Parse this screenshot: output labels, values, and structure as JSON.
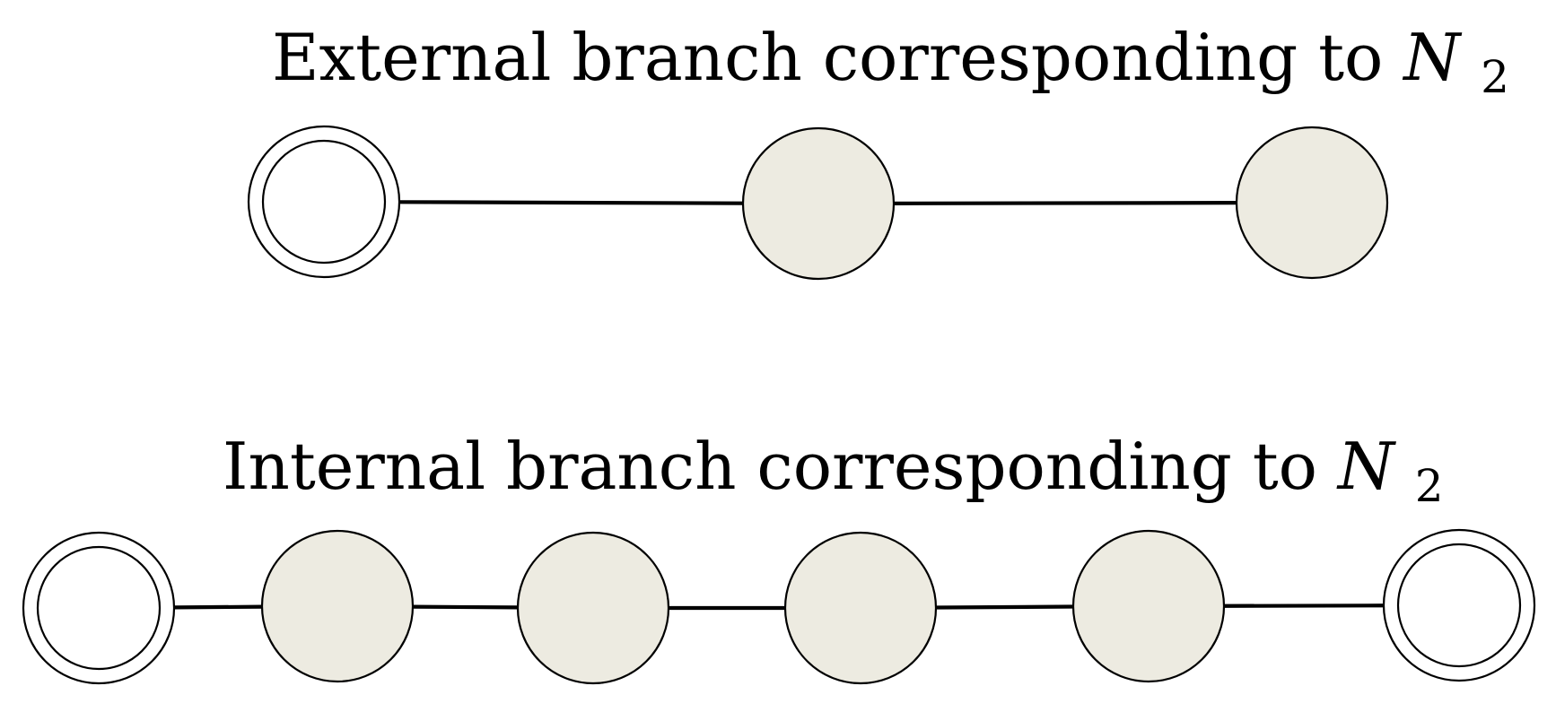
{
  "diagrams": [
    {
      "title_text": "External branch corresponding to",
      "title_math": "N",
      "title_sub": "2",
      "nodes": [
        {
          "style": "open-double"
        },
        {
          "style": "filled"
        },
        {
          "style": "filled"
        }
      ]
    },
    {
      "title_text": "Internal branch corresponding to",
      "title_math": "N",
      "title_sub": "2",
      "nodes": [
        {
          "style": "open-double"
        },
        {
          "style": "filled"
        },
        {
          "style": "filled"
        },
        {
          "style": "filled"
        },
        {
          "style": "filled"
        },
        {
          "style": "open-double"
        }
      ]
    }
  ],
  "colors": {
    "filled_node": "#edebe1",
    "open_node": "#ffffff",
    "stroke": "#000000"
  }
}
